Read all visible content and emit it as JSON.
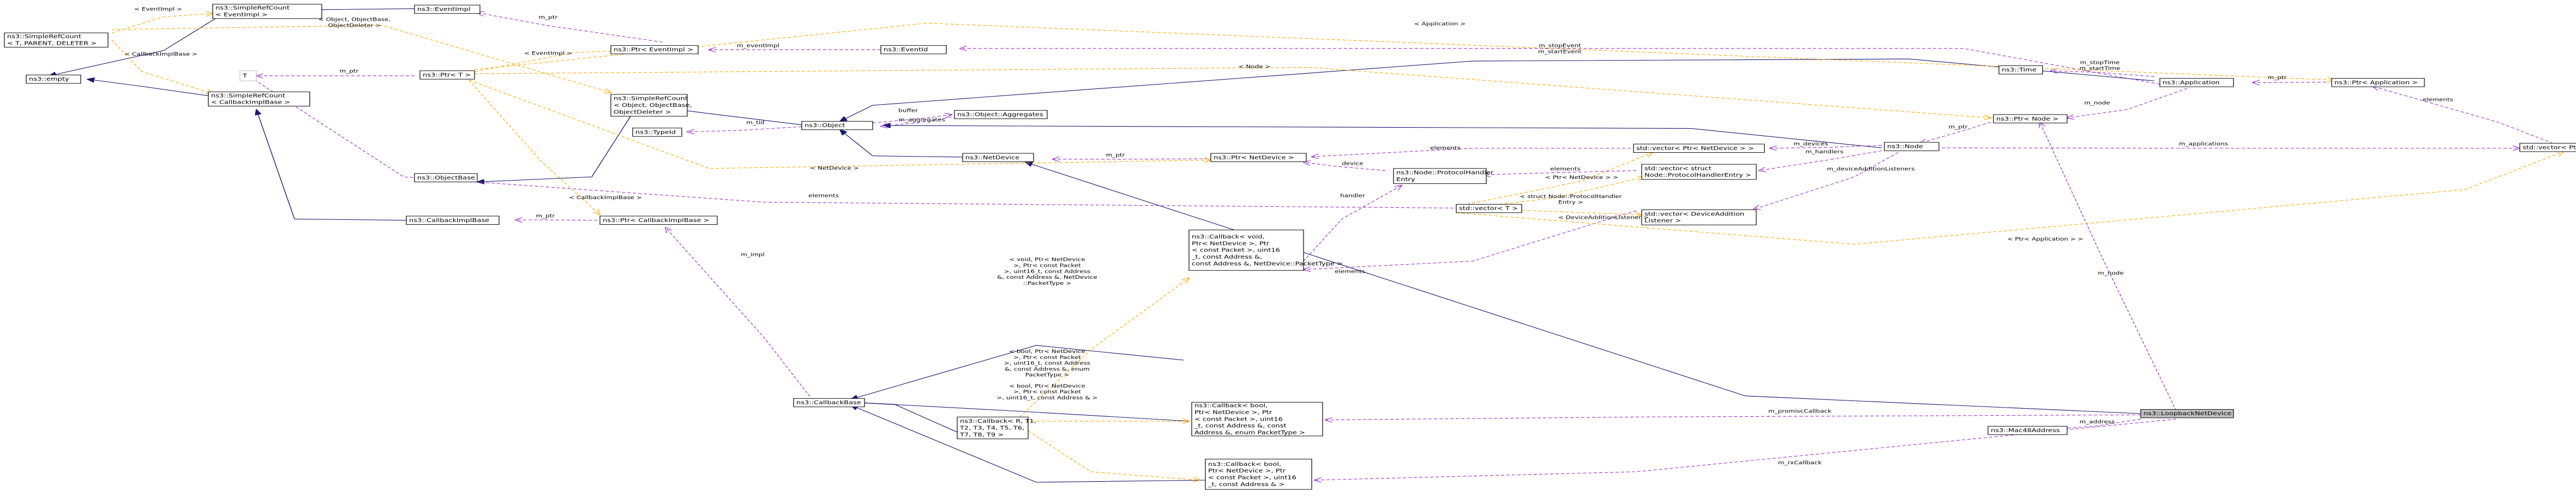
{
  "colors": {
    "inheritance": "#191970",
    "usage": "#9a32cd",
    "template": "#ffa500",
    "node_border": "#000000",
    "focus_fill": "#bfbfbf",
    "ghost_border": "#bfbfbf"
  },
  "nodes": [
    {
      "id": "simplerefcount_eventimpl",
      "label": "ns3::SimpleRefCount\n< EventImpl >"
    },
    {
      "id": "eventimpl",
      "label": "ns3::EventImpl"
    },
    {
      "id": "simplerefcount_t",
      "label": "ns3::SimpleRefCount\n< T, PARENT, DELETER >"
    },
    {
      "id": "empty",
      "label": "ns3::empty"
    },
    {
      "id": "t",
      "label": "T"
    },
    {
      "id": "ptr_t",
      "label": "ns3::Ptr< T >"
    },
    {
      "id": "ptr_eventimpl",
      "label": "ns3::Ptr< EventImpl >"
    },
    {
      "id": "eventid",
      "label": "ns3::EventId"
    },
    {
      "id": "simplerefcount_callbackimplbase",
      "label": "ns3::SimpleRefCount\n< CallbackImplBase >"
    },
    {
      "id": "simplerefcount_object",
      "label": "ns3::SimpleRefCount\n< Object, ObjectBase,\nObjectDeleter >"
    },
    {
      "id": "typeid",
      "label": "ns3::TypeId"
    },
    {
      "id": "object",
      "label": "ns3::Object"
    },
    {
      "id": "object_aggregates",
      "label": "ns3::Object::Aggregates"
    },
    {
      "id": "objectbase",
      "label": "ns3::ObjectBase"
    },
    {
      "id": "callbackimplbase",
      "label": "ns3::CallbackImplBase"
    },
    {
      "id": "ptr_callbackimplbase",
      "label": "ns3::Ptr< CallbackImplBase >"
    },
    {
      "id": "netdevice",
      "label": "ns3::NetDevice"
    },
    {
      "id": "ptr_netdevice",
      "label": "ns3::Ptr< NetDevice >"
    },
    {
      "id": "protocolhandlerentry",
      "label": "ns3::Node::ProtocolHandler\nEntry"
    },
    {
      "id": "vector_t",
      "label": "std::vector< T >"
    },
    {
      "id": "vector_ptr_netdevice",
      "label": "std::vector< Ptr< NetDevice > >"
    },
    {
      "id": "vector_protocolhandlerentry",
      "label": "std::vector< struct\nNode::ProtocolHandlerEntry >"
    },
    {
      "id": "vector_deviceadditionlistener",
      "label": "std::vector< DeviceAddition\nListener >"
    },
    {
      "id": "node",
      "label": "ns3::Node"
    },
    {
      "id": "time",
      "label": "ns3::Time"
    },
    {
      "id": "application",
      "label": "ns3::Application"
    },
    {
      "id": "ptr_application",
      "label": "ns3::Ptr< Application >"
    },
    {
      "id": "ptr_node",
      "label": "ns3::Ptr< Node >"
    },
    {
      "id": "vector_ptr_application",
      "label": "std::vector< Ptr< Application > >"
    },
    {
      "id": "callbackbase",
      "label": "ns3::CallbackBase"
    },
    {
      "id": "callback_8",
      "label": "ns3::Callback< R, T1,\nT2, T3, T4, T5, T6,\nT7, T8, T9 >"
    },
    {
      "id": "callback_void",
      "label": "ns3::Callback< void,\nPtr< NetDevice >, Ptr\n< const Packet >, uint16\n_t, const Address &,\nconst Address &, NetDevice::PacketType >"
    },
    {
      "id": "callback_bool_promisc",
      "label": "ns3::Callback< bool,\nPtr< NetDevice >, Ptr\n< const Packet >, uint16\n_t, const Address &, const\nAddress &, enum PacketType >"
    },
    {
      "id": "callback_bool_rx",
      "label": "ns3::Callback< bool,\nPtr< NetDevice >, Ptr\n< const Packet >, uint16\n_t, const Address & >"
    },
    {
      "id": "mac48address",
      "label": "ns3::Mac48Address"
    },
    {
      "id": "loopbacknetdevice",
      "label": "ns3::LoopbackNetDevice"
    }
  ],
  "edge_labels": {
    "l1": "< EventImpl >",
    "l2": "< Object, ObjectBase,\nObjectDeleter >",
    "l3": "< Application >",
    "l4": "m_ptr",
    "l5": "< CallbackImplBase >",
    "l6": "m_ptr",
    "l7": "< EventImpl >",
    "l8": "m_eventImpl",
    "l9": "m_stopEvent\nm_startEvent",
    "l10": "< Node >",
    "l11": "m_stopTime\nm_startTime",
    "l12": "m_ptr",
    "l13": "elements",
    "l14": "buffer",
    "l15": "m_aggregates",
    "l16": "m_tid",
    "l17": "m_node",
    "l18": "m_ptr",
    "l19": "elements",
    "l20": "m_devices",
    "l21": "m_handlers",
    "l22": "m_applications",
    "l23": "m_ptr",
    "l24": "device",
    "l25": "elements",
    "l26": "< NetDevice >",
    "l27": "< Ptr< NetDevice > >",
    "l28": "m_deviceAdditionListeners",
    "l29": "< struct Node::ProtocolHandler\nEntry >",
    "l30": "handler",
    "l31": "elements",
    "l32": "< CallbackImplBase >",
    "l33": "< DeviceAdditionListener >",
    "l34": "m_ptr",
    "l35": "< Ptr< Application > >",
    "l36": "m_node",
    "l37": "m_impl",
    "l38": "< void, Ptr< NetDevice\n>, Ptr< const Packet\n>, uint16_t, const Address\n&, const Address &, NetDevice\n::PacketType >",
    "l39": "elements",
    "l40": "< bool, Ptr< NetDevice\n>, Ptr< const Packet\n>, uint16_t, const Address\n&, const Address &, enum\nPacketType >",
    "l41": "m_promiscCallback",
    "l42": "< bool, Ptr< NetDevice\n>, Ptr< const Packet\n>, uint16_t, const Address & >",
    "l43": "m_address",
    "l44": "m_rxCallback"
  }
}
